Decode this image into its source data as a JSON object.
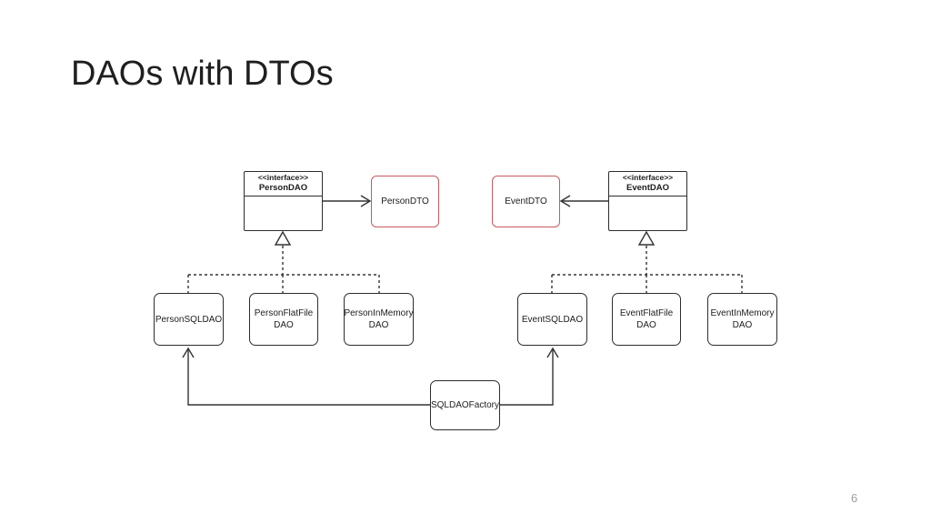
{
  "slide": {
    "title": "DAOs with DTOs",
    "page_number": "6"
  },
  "colors": {
    "background": "#ffffff",
    "line_color": "#333333",
    "box_border": "#2d2d2d",
    "dto_border": "#c75a5f",
    "text_color": "#1c1c1c",
    "title_color": "#1f1f1f",
    "page_number_color": "#9e9e9e"
  },
  "diagram": {
    "person_dao": {
      "stereotype": "<<interface>>",
      "name": "PersonDAO"
    },
    "event_dao": {
      "stereotype": "<<interface>>",
      "name": "EventDAO"
    },
    "person_dto": {
      "label": "PersonDTO"
    },
    "event_dto": {
      "label": "EventDTO"
    },
    "person_sql_dao": {
      "label": "PersonSQLDAO"
    },
    "person_flatfile_dao": {
      "label": "PersonFlatFile DAO"
    },
    "person_inmemory_dao": {
      "label": "PersonInMemory DAO"
    },
    "event_sql_dao": {
      "label": "EventSQLDAO"
    },
    "event_flatfile_dao": {
      "label": "EventFlatFile DAO"
    },
    "event_inmemory_dao": {
      "label": "EventInMemory DAO"
    },
    "factory": {
      "label": "SQLDAOFactory"
    }
  }
}
